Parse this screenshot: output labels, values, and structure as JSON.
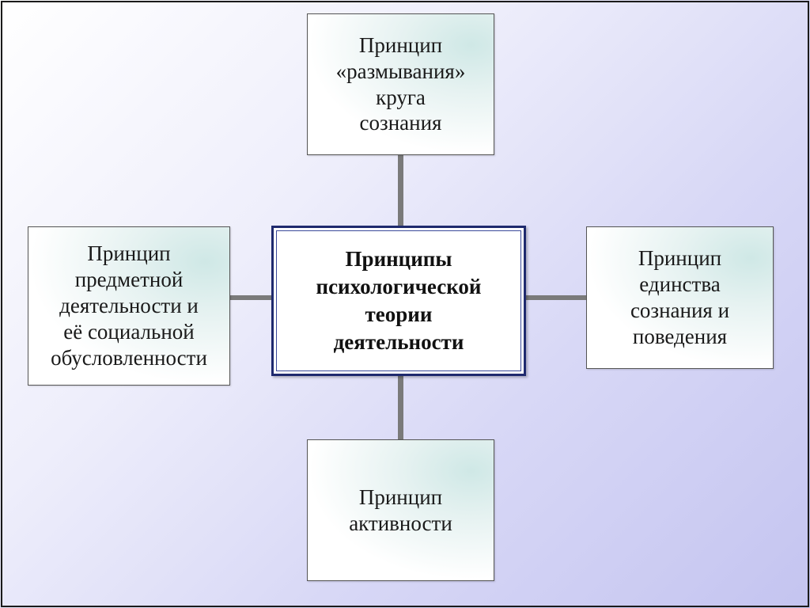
{
  "diagram": {
    "center": {
      "label": "Принципы\nпсихологической\nтеории\nдеятельности"
    },
    "nodes": [
      {
        "id": "top",
        "label": "Принцип\n«размывания»\nкруга\nсознания"
      },
      {
        "id": "left",
        "label": "Принцип\nпредметной\nдеятельности и\nеё социальной\nобусловленности"
      },
      {
        "id": "right",
        "label": "Принцип\nединства\nсознания и\nповедения"
      },
      {
        "id": "bottom",
        "label": "Принцип\nактивности"
      }
    ],
    "colors": {
      "center_border": "#1f2a6e",
      "connector": "#7a7a7a",
      "box_border": "#555555"
    }
  }
}
